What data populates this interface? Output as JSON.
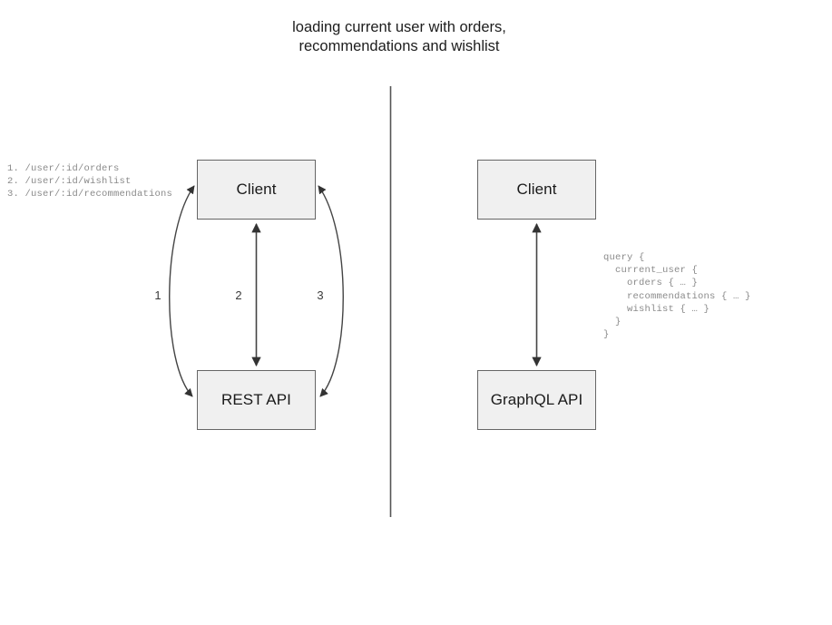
{
  "title": {
    "text": "loading current user with orders,\nrecommendations and wishlist"
  },
  "divider": {
    "name": "vertical-divider",
    "color": "#555555"
  },
  "colors": {
    "node_fill": "#f0f0f0",
    "node_border": "#666666",
    "edge_stroke": "#444444",
    "text": "#1a1a1a",
    "mono_text": "#8a8a8a"
  },
  "rest_panel": {
    "client_label": "Client",
    "api_label": "REST API",
    "edge_labels": [
      "1",
      "2",
      "3"
    ],
    "endpoints_text": "1. /user/:id/orders\n2. /user/:id/wishlist\n3. /user/:id/recommendations",
    "endpoints": [
      {
        "number": "1.",
        "path": "/user/:id/orders"
      },
      {
        "number": "2.",
        "path": "/user/:id/wishlist"
      },
      {
        "number": "3.",
        "path": "/user/:id/recommendations"
      }
    ]
  },
  "graphql_panel": {
    "client_label": "Client",
    "api_label": "GraphQL API",
    "query_text": "query {\n  current_user {\n    orders { … }\n    recommendations { … }\n    wishlist { … }\n  }\n}"
  }
}
